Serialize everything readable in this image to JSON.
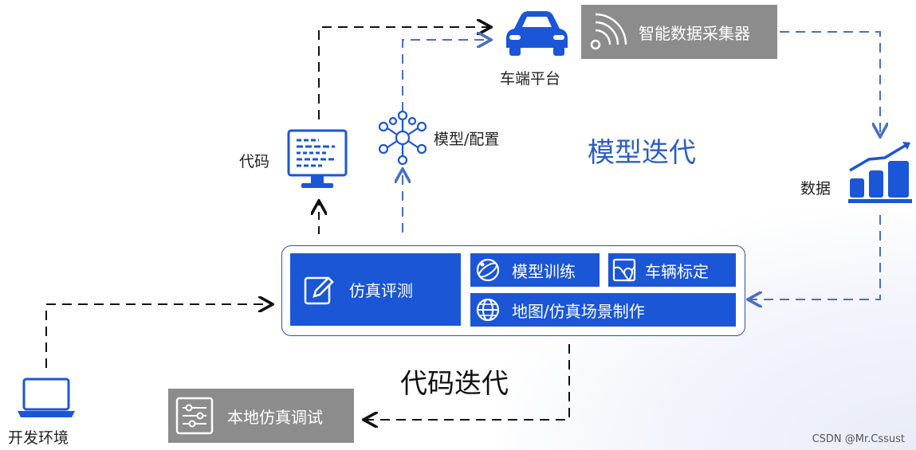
{
  "colors": {
    "blue": "#1a56d6",
    "arrow_blue": "#4a6fc0",
    "arrow_black": "#111111",
    "gray_box": "#8c8c8c",
    "title_blue": "#2b5fbf"
  },
  "nodes": {
    "car_platform": {
      "label": "车端平台",
      "icon": "car-icon"
    },
    "data_collector": {
      "label": "智能数据采集器",
      "icon": "wireless-signal-icon"
    },
    "code": {
      "label": "代码",
      "icon": "monitor-code-icon"
    },
    "model_config": {
      "label": "模型/配置",
      "icon": "network-nodes-icon"
    },
    "data": {
      "label": "数据",
      "icon": "bar-chart-icon"
    },
    "dev_env": {
      "label": "开发环境",
      "icon": "laptop-icon"
    },
    "local_sim": {
      "label": "本地仿真调试",
      "icon": "sliders-icon"
    }
  },
  "panel": {
    "sim_eval": {
      "label": "仿真评测",
      "icon": "edit-icon"
    },
    "model_training": {
      "label": "模型训练",
      "icon": "globe-orbit-icon"
    },
    "vehicle_calibration": {
      "label": "车辆标定",
      "icon": "map-pin-icon"
    },
    "map_scene": {
      "label": "地图/仿真场景制作",
      "icon": "globe-icon"
    }
  },
  "titles": {
    "model_iteration": "模型迭代",
    "code_iteration": "代码迭代"
  },
  "watermark": "CSDN @Mr.Cssust"
}
